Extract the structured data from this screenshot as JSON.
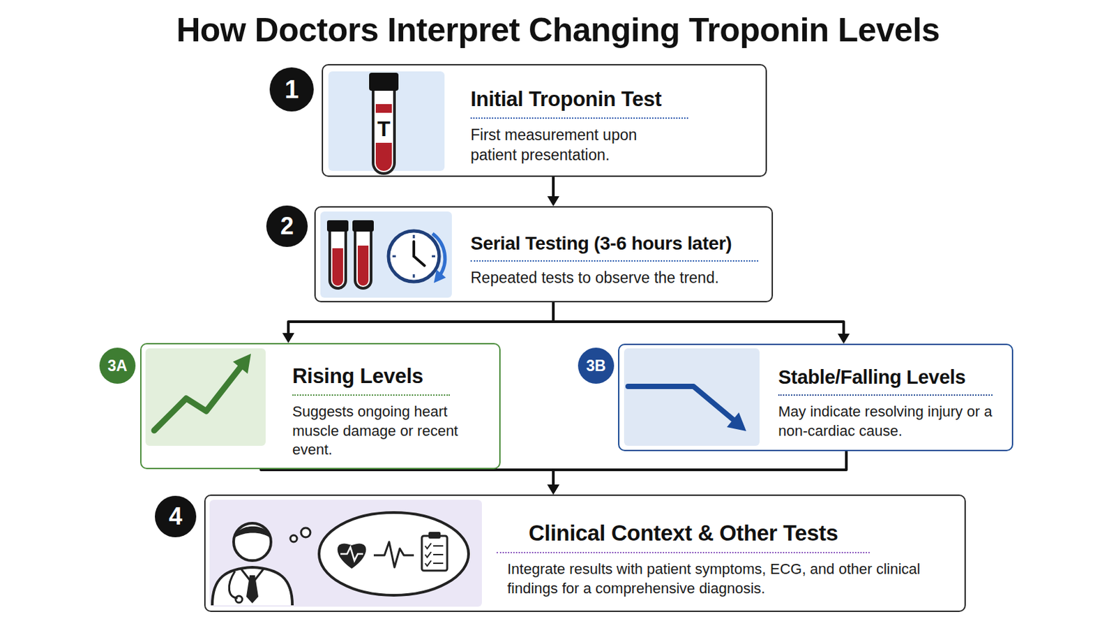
{
  "diagram": {
    "title": "How Doctors Interpret Changing Troponin Levels",
    "nodes": [
      {
        "text": [
          "Initial Troponin Test",
          "First measurement upon patient presentation."
        ]
      },
      {
        "text": [
          "Serial Testing (3-6 hours later)",
          "Repeated tests to observe the trend."
        ]
      },
      {
        "text": [
          "Rising Levels",
          "Suggests ongoing heart muscle damage or recent event."
        ]
      },
      {
        "text": [
          "Stable/Falling Levels",
          "May indicate resolving injury or a non-cardiac cause."
        ]
      },
      {
        "text": [
          "Clinical Context & Other Tests",
          "Integrate results with patient symptoms, ECG, and other clinical findings for a comprehensive diagnosis."
        ]
      }
    ],
    "edges": [
      {
        "from": 0,
        "to": 1,
        "arrow": "to"
      },
      {
        "from": 1,
        "to": 2,
        "arrow": "to"
      },
      {
        "from": 1,
        "to": 3,
        "arrow": "to"
      },
      {
        "from": 2,
        "to": 4,
        "arrow": "to"
      },
      {
        "from": 3,
        "to": 4,
        "arrow": "to"
      }
    ],
    "labels": [
      "1",
      "T",
      "2",
      "3A",
      "3B",
      "4"
    ]
  }
}
